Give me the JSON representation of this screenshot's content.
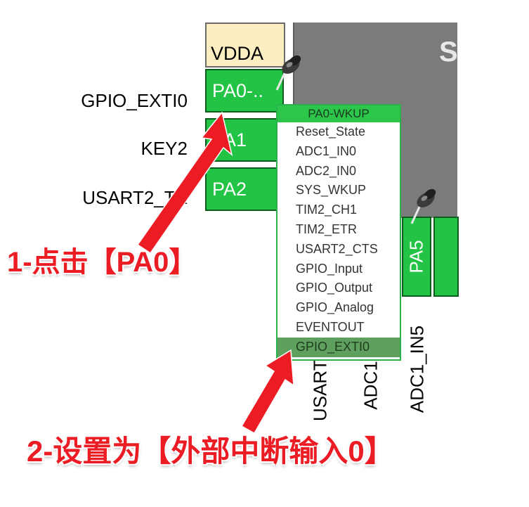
{
  "chip": {
    "partial_label": "S"
  },
  "left_pins": [
    {
      "pin": "VDDA",
      "signal": ""
    },
    {
      "pin": "PA0-..",
      "signal": "GPIO_EXTI0"
    },
    {
      "pin": "PA1",
      "signal": "KEY2"
    },
    {
      "pin": "PA2",
      "signal": "USART2_TX"
    }
  ],
  "bottom_pins": [
    {
      "pin": "PA5",
      "signal": "ADC1_IN5"
    }
  ],
  "bottom_labels_partial": [
    "USART2",
    "ADC1"
  ],
  "context_menu": {
    "header": "PA0-WKUP",
    "items": [
      "Reset_State",
      "ADC1_IN0",
      "ADC2_IN0",
      "SYS_WKUP",
      "TIM2_CH1",
      "TIM2_ETR",
      "USART2_CTS",
      "GPIO_Input",
      "GPIO_Output",
      "GPIO_Analog",
      "EVENTOUT",
      "GPIO_EXTI0"
    ],
    "selected": "GPIO_EXTI0"
  },
  "annotations": {
    "step1": "1-点击【PA0】",
    "step2": "2-设置为【外部中断输入0】"
  },
  "colors": {
    "pin_green": "#23c445",
    "chip_gray": "#7b7b7b",
    "vdda_fill": "#fdeec2",
    "selected_item": "#5fa05f",
    "annotation_red": "#ec1c24"
  },
  "icons": [
    "pushpin-icon",
    "red-arrow"
  ]
}
